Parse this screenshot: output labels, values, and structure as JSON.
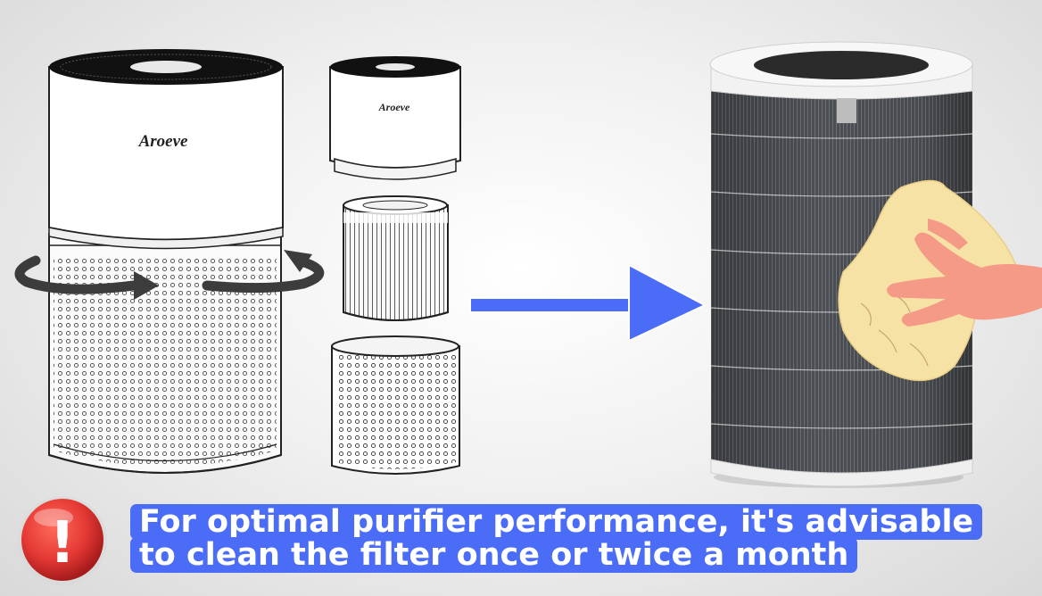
{
  "illustration": {
    "brand_name": "Aroeve",
    "items": [
      {
        "name": "air-purifier-assembled",
        "brand": "Aroeve"
      },
      {
        "name": "air-purifier-top-cover",
        "brand": "Aroeve"
      },
      {
        "name": "hepa-filter-cartridge"
      },
      {
        "name": "mesh-pre-filter"
      },
      {
        "name": "filter-being-wiped"
      }
    ],
    "icons": [
      "rotate-arrow-icon",
      "right-arrow-icon",
      "warning-icon",
      "cloth-icon",
      "hand-icon"
    ],
    "colors": {
      "caption_bg": "#4a6cf7",
      "caption_text": "#ffffff",
      "arrow": "#4a6cf7",
      "warning_red": "#e53935",
      "cloth": "#f7e2a6",
      "hand": "#f59a86",
      "filter_dark": "#4b4e53"
    }
  },
  "caption": {
    "line1": "For optimal purifier performance, it's advisable",
    "line2": "to clean the filter once or twice a month"
  },
  "warning_icon": {
    "symbol": "!"
  }
}
